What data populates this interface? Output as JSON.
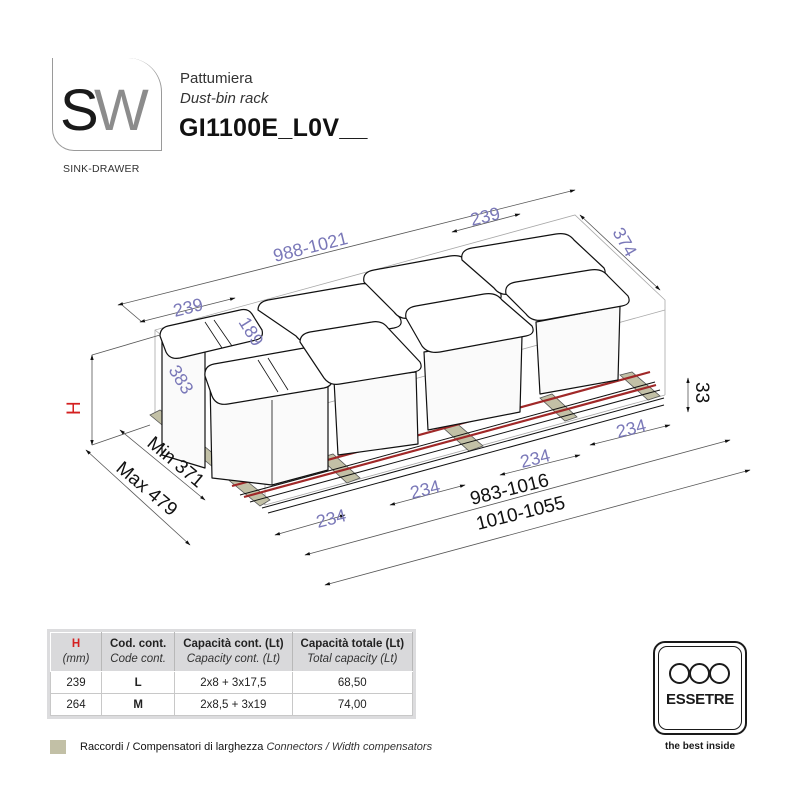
{
  "brand": {
    "logo_letters_dark": "S",
    "logo_letters_light": "W",
    "logo_subtitle": "SINK-DRAWER"
  },
  "header": {
    "title_it": "Pattumiera",
    "title_en": "Dust-bin rack",
    "product_code": "GI1100E_L0V__"
  },
  "diagram": {
    "dimensions": {
      "overall_width_top": "988-1021",
      "small_bin_width": "239",
      "small_bin_lid_depth": "189",
      "right_bin_width": "239",
      "bin_depth": "374",
      "small_bin_depth": "383",
      "height_label": "H",
      "rail_height": "33",
      "depth_min": "Min 371",
      "depth_max": "Max 479",
      "compensator_spacing": [
        "234",
        "234",
        "234",
        "234"
      ],
      "inner_width": "983-1016",
      "outer_width": "1010-1055"
    },
    "colors": {
      "dimension_text": "#7a78b8",
      "height_label": "#d42020",
      "connector": "#c2c0a6",
      "rail_red": "#a02828"
    }
  },
  "spec_table": {
    "headers": [
      {
        "main": "H",
        "sub": "(mm)"
      },
      {
        "main": "Cod. cont.",
        "sub": "Code cont."
      },
      {
        "main": "Capacità cont. (Lt)",
        "sub": "Capacity cont. (Lt)"
      },
      {
        "main": "Capacità totale (Lt)",
        "sub": "Total capacity (Lt)"
      }
    ],
    "rows": [
      [
        "239",
        "L",
        "2x8 + 3x17,5",
        "68,50"
      ],
      [
        "264",
        "M",
        "2x8,5 + 3x19",
        "74,00"
      ]
    ]
  },
  "legend": {
    "label_it": "Raccordi / Compensatori di larghezza",
    "label_en": "Connectors / Width compensators"
  },
  "manufacturer": {
    "name": "ESSETRE",
    "tagline": "the best inside"
  }
}
